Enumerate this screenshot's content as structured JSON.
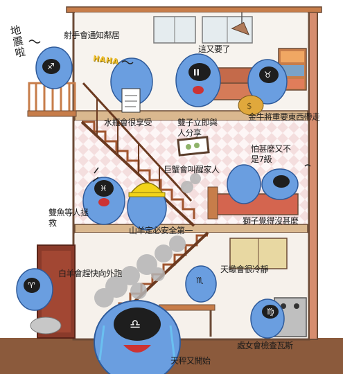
{
  "labels": {
    "earthquake": "地震啦",
    "sagittarius": "射手會通知鄰居",
    "haha": "HAHA",
    "gemini_fake": "這又要了",
    "aquarius": "水瓶會很享受",
    "gemini": "雙子立即與人分享",
    "taurus": "金牛將重要東西帶走",
    "virgo_afraid": "怕甚麼又不是7級",
    "cancer": "巨蟹會叫醒家人",
    "pisces": "雙魚等人拯救",
    "capricorn": "山羊定必安全第一",
    "leo": "獅子覺得沒甚麼",
    "aries": "白羊會趕快向外跑",
    "scorpio": "天蠍會很冷靜",
    "virgo": "處女會檢查瓦斯",
    "libra": "天秤又開始"
  },
  "signs": {
    "gemini": "II",
    "taurus": "♉",
    "libra": "♎",
    "scorpio": "♏",
    "virgo": "♍",
    "aries": "♈",
    "pisces": "♓",
    "sagittarius": "♐"
  },
  "colors": {
    "character": "#6a9ee0",
    "character_dark": "#3f73bd",
    "wall": "#b98a70",
    "wood": "#c77d4a",
    "floor": "#dab88f",
    "ground": "#8b5a3c",
    "dust": "#a9a9a9",
    "helmet": "#f2d31a"
  }
}
